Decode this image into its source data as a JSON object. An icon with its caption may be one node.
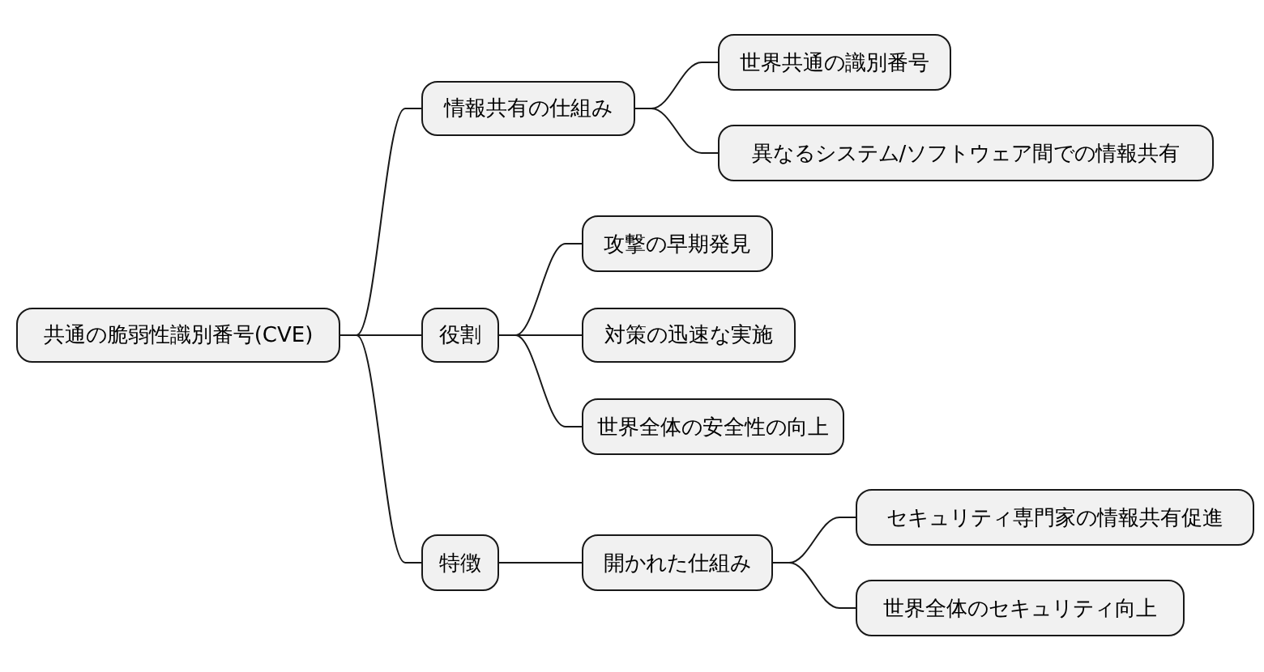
{
  "diagram": {
    "nodes": [
      {
        "text": [
          "共通の脆弱性識別番号(CVE)"
        ]
      },
      {
        "text": [
          "情報共有の仕組み"
        ]
      },
      {
        "text": [
          "世界共通の識別番号"
        ]
      },
      {
        "text": [
          "異なるシステム/ソフトウェア間での情報共有"
        ]
      },
      {
        "text": [
          "役割"
        ]
      },
      {
        "text": [
          "攻撃の早期発見"
        ]
      },
      {
        "text": [
          "対策の迅速な実施"
        ]
      },
      {
        "text": [
          "世界全体の安全性の向上"
        ]
      },
      {
        "text": [
          "特徴"
        ]
      },
      {
        "text": [
          "開かれた仕組み"
        ]
      },
      {
        "text": [
          "セキュリティ専門家の情報共有促進"
        ]
      },
      {
        "text": [
          "世界全体のセキュリティ向上"
        ]
      }
    ],
    "edges": [
      {
        "from": 0,
        "to": 1,
        "arrow": "none"
      },
      {
        "from": 1,
        "to": 2,
        "arrow": "none"
      },
      {
        "from": 1,
        "to": 3,
        "arrow": "none"
      },
      {
        "from": 0,
        "to": 4,
        "arrow": "none"
      },
      {
        "from": 4,
        "to": 5,
        "arrow": "none"
      },
      {
        "from": 4,
        "to": 6,
        "arrow": "none"
      },
      {
        "from": 4,
        "to": 7,
        "arrow": "none"
      },
      {
        "from": 0,
        "to": 8,
        "arrow": "none"
      },
      {
        "from": 8,
        "to": 9,
        "arrow": "none"
      },
      {
        "from": 9,
        "to": 10,
        "arrow": "none"
      },
      {
        "from": 9,
        "to": 11,
        "arrow": "none"
      }
    ]
  }
}
